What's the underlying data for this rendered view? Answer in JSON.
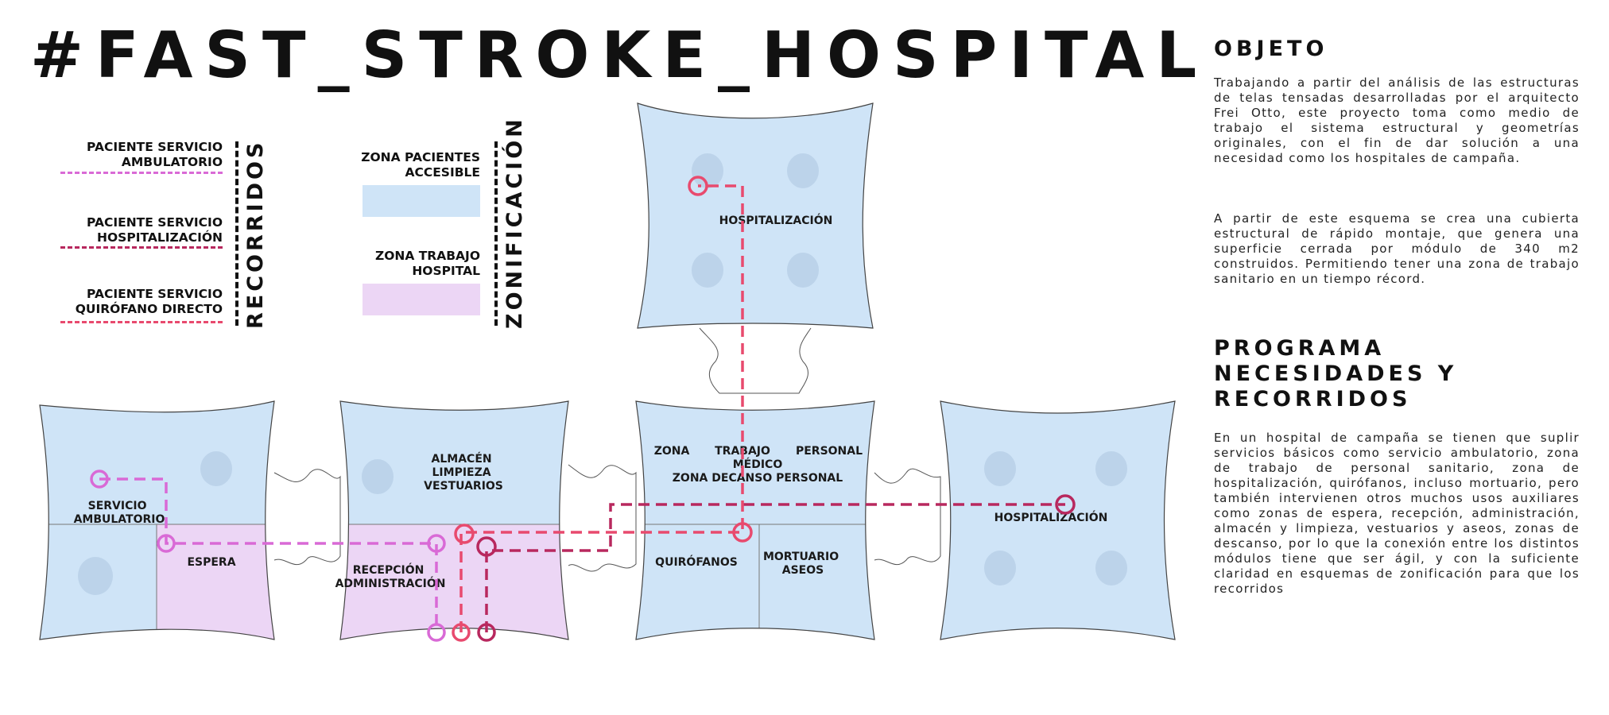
{
  "title": "#FAST_STROKE_HOSPITAL",
  "legend": {
    "recorridos": {
      "heading": "RECORRIDOS",
      "items": [
        {
          "label": [
            "PACIENTE SERVICIO",
            "AMBULATORIO"
          ],
          "color": "#d96ad6"
        },
        {
          "label": [
            "PACIENTE SERVICIO",
            "HOSPITALIZACIÓN"
          ],
          "color": "#b8285e"
        },
        {
          "label": [
            "PACIENTE SERVICIO",
            "QUIRÓFANO DIRECTO"
          ],
          "color": "#e84a6e"
        }
      ]
    },
    "zonificacion": {
      "heading": "ZONIFICACIÓN",
      "items": [
        {
          "label": [
            "ZONA PACIENTES",
            "ACCESIBLE"
          ],
          "color": "#cfe4f7"
        },
        {
          "label": [
            "ZONA TRABAJO",
            "HOSPITAL"
          ],
          "color": "#ecd6f5"
        }
      ]
    }
  },
  "modules": {
    "hosp_top": "HOSPITALIZACIÓN",
    "hosp_right": "HOSPITALIZACIÓN",
    "servicio_ambulatorio": [
      "SERVICIO",
      "AMBULATORIO"
    ],
    "espera": "ESPERA",
    "almacen": [
      "ALMACÉN",
      "LIMPIEZA",
      "VESTUARIOS"
    ],
    "recepcion": [
      "RECEPCIÓN",
      "ADMINISTRACIÓN"
    ],
    "zona": "ZONA",
    "trabajo": "TRABAJO",
    "personal": "PERSONAL",
    "medico": "MÉDICO",
    "zona_descanso": "ZONA DECANSO PERSONAL",
    "quirofanos": "QUIRÓFANOS",
    "mortuario": [
      "MORTUARIO",
      "ASEOS"
    ]
  },
  "colors": {
    "blue_zone": "#cfe4f7",
    "pink_zone": "#ecd6f5",
    "ambulatorio": "#d96ad6",
    "hospitalizacion": "#b8285e",
    "quirofano": "#e84a6e"
  },
  "sidebar": {
    "objeto_heading": "OBJETO",
    "objeto_p1": "Trabajando a partir del análisis de las estructuras de telas tensadas desarrolladas por el arquitecto Frei Otto, este proyecto toma como medio de trabajo el sistema estructural y geometrías originales, con el fin de dar solución a una necesidad como los hospitales de campaña.",
    "objeto_p2": "A partir de este esquema se crea una cubierta estructural de rápido montaje, que genera una superficie cerrada por módulo de 340 m2 construidos. Permitiendo tener una zona de trabajo sanitario en un tiempo récord.",
    "programa_heading": [
      "PROGRAMA",
      "NECESIDADES Y",
      "RECORRIDOS"
    ],
    "programa_p": "En un hospital de campaña se tienen que suplir servicios básicos como servicio ambulatorio, zona de trabajo de personal sanitario, zona de hospitalización, quirófanos, incluso mortuario, pero también intervienen otros muchos usos auxiliares como zonas de espera, recepción, administración, almacén y limpieza, vestuarios y aseos, zonas de descanso, por lo que la conexión entre los distintos módulos tiene que ser ágil, y con la suficiente claridad en esquemas de zonificación para que los recorridos"
  }
}
